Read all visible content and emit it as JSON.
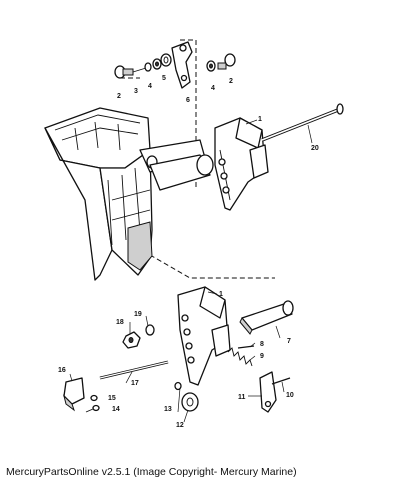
{
  "caption": "MercuryPartsOnline v2.5.1 (Image Copyright- Mercury Marine)",
  "callouts": {
    "c1a": "1",
    "c1b": "1",
    "c2a": "2",
    "c2b": "2",
    "c3": "3",
    "c4a": "4",
    "c4b": "4",
    "c5": "5",
    "c6": "6",
    "c7": "7",
    "c8": "8",
    "c9": "9",
    "c10": "10",
    "c11": "11",
    "c12": "12",
    "c13": "13",
    "c14": "14",
    "c15": "15",
    "c16": "16",
    "c17": "17",
    "c18": "18",
    "c19": "19",
    "c20": "20"
  }
}
